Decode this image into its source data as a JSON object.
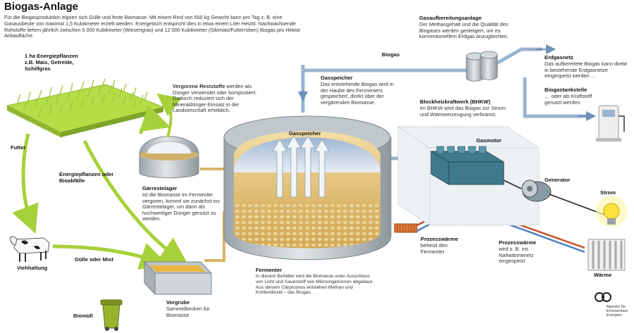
{
  "title": "Biogas-Anlage",
  "intro": "Für die Biogasproduktion eignen sich Gülle und feste Biomasse. Mit einem Rind von 500 kg Gewicht kann pro Tag z. B. eine Gasausbeute von maximal 1,5 Kubikmeter erzielt werden. Energetisch entspricht dies in etwa einem Liter Heizöl. Nachwachsende Rohstoffe liefern jährlich zwischen 6 000 Kubikmeter (Wiesengras) und 12 000 Kubikmeter (Silomais/Futterrüben) Biogas pro Hektar Anbaufläche.",
  "labels": {
    "energy_plants_title": "1 ha Energiepflanzen",
    "energy_plants_sub": "z.B. Mais, Getreide, Schilfgras",
    "futter": "Futter",
    "energiepflanzen_bioabfaelle": "Energiepflanzen oder Bioabfälle",
    "viehhaltung": "Viehhaltung",
    "guelle_mist": "Gülle oder Mist",
    "biomuell": "Biomüll",
    "vorgrube_title": "Vorgrube",
    "vorgrube_text": "Sammelbecken für Biomasse",
    "reststoffe_title": "Vergorene Reststoffe",
    "reststoffe_text": "werden als Dünger verwendet oder kompostiert. Dadurch reduziert sich der Mineraldünger-Einsatz in der Landwirtschaft erheblich.",
    "gaerrestelager_title": "Gärrestelager",
    "gaerrestelager_text": "Ist die Biomasse im Fermenter vergoren, kommt sie zunächst ins Gärrestelager, um dann als hochwertiger Dünger genutzt zu werden.",
    "gasspeicher_inner": "Gasspeicher",
    "gasspeicher_title": "Gasspeicher",
    "gasspeicher_text": "Das entstehende Biogas wird in der Haube des Fermenters gespeichert, direkt über der vergärenden Biomasse.",
    "fermenter_title": "Fermenter",
    "fermenter_text": "In diesem Behälter wird die Biomasse unter Ausschluss von Licht und Sauerstoff von Mikroorganismen abgebaut. Aus diesem Gärprozess entstehen Methan und Kohlendioxid – das Biogas.",
    "biogas": "Biogas",
    "gasaufbereitung_title": "Gasaufbereitungsanlage",
    "gasaufbereitung_text": "Der Methangehalt und die Qualität des Biogases werden gesteigert, um es konventionellem Erdgas anzugleichen.",
    "erdgasnetz_title": "Erdgasnetz",
    "erdgasnetz_text": "Das aufbereitete Biogas kann direkt in bestehende Erdgasnetze eingespeist werden …",
    "tankstelle_title": "Biogastankstelle",
    "tankstelle_text": "… oder als Kraftstoff genutzt werden.",
    "bhkw_title": "Blockheizkraftwerk (BHKW)",
    "bhkw_text": "Im BHKW wird das Biogas zur Strom- und Wärmeerzeugung verbrannt.",
    "gasmotor": "Gasmotor",
    "generator": "Generator",
    "strom": "Strom",
    "prozesswaerme1_title": "Prozesswärme",
    "prozesswaerme1_text": "beheizt den Fermenter",
    "prozesswaerme2_title": "Prozesswärme",
    "prozesswaerme2_text": "wird z. B. ins Nahwärmenetz eingespeist",
    "waerme": "Wärme",
    "logo": "Agentur für Erneuerbare Energien"
  },
  "colors": {
    "green": "#b9e04a",
    "green_dark": "#7ea52a",
    "tank": "#cfd5d8",
    "slurry": "#d9b565",
    "gas": "#9ab4cf",
    "pipe_blue": "#7f9fc2",
    "hot": "#c9512a",
    "cold": "#4f7fbf"
  }
}
